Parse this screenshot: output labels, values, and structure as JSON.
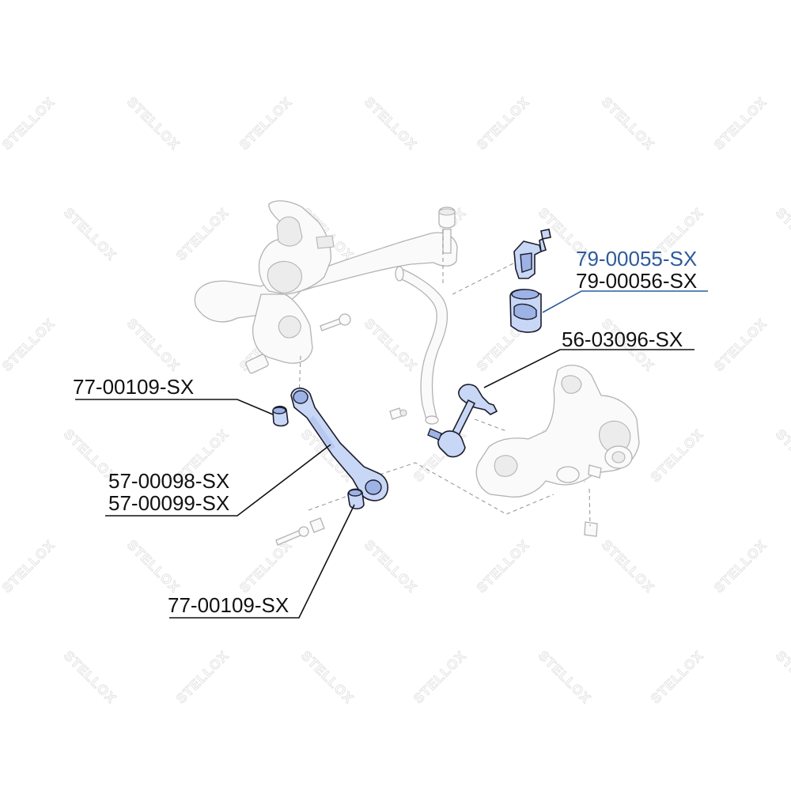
{
  "watermark": {
    "text": "STELLOX",
    "color": "#e3e3e3"
  },
  "labels": {
    "stab_bushing_a": "79-00055-SX",
    "stab_bushing_b": "79-00056-SX",
    "stab_link": "56-03096-SX",
    "arm_bushing_upper": "77-00109-SX",
    "control_arm_a": "57-00098-SX",
    "control_arm_b": "57-00099-SX",
    "arm_bushing_lower": "77-00109-SX"
  },
  "colors": {
    "highlight_label": "#2d5b9b",
    "part_fill": "#c9d7f6",
    "ghost_outline": "#b3b3b3",
    "text": "#111111"
  }
}
